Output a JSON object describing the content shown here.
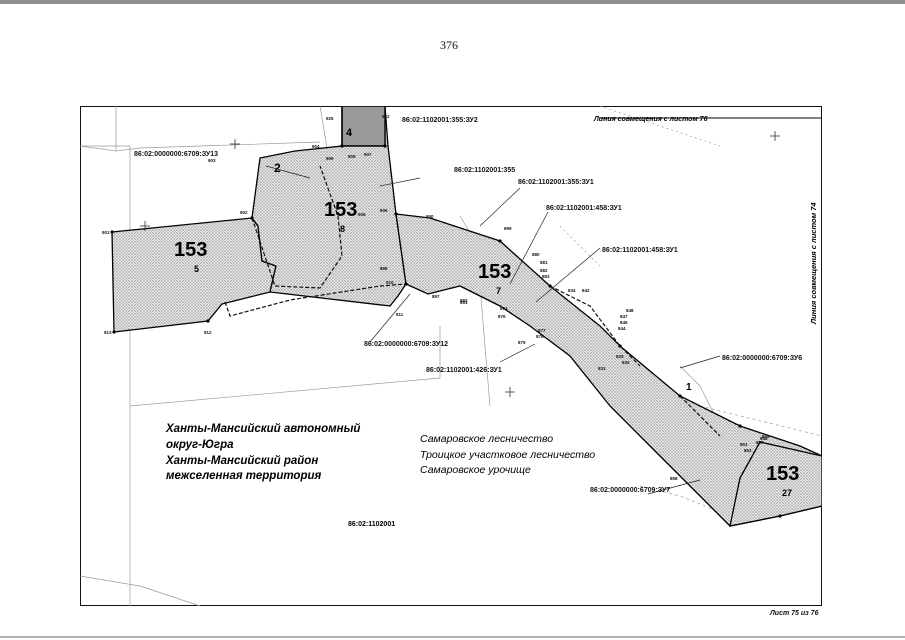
{
  "page_number": "376",
  "sheet_footer": "Лист 75 из 76",
  "match_line_top": "Линия совмещения с листом 76",
  "match_line_right": "Линия совмещения с листом 74",
  "region_text": [
    "Ханты-Мансийский автономный",
    "округ-Югра",
    "Ханты-Мансийский район",
    "межселенная территория"
  ],
  "forestry_text": [
    "Самаровское лесничество",
    "Троицкое участковое лесничество",
    "Самаровское урочище"
  ],
  "block_label": "86:02:1102001",
  "parcels": [
    {
      "code": "153",
      "sub": "5"
    },
    {
      "code": "153",
      "sub": "8"
    },
    {
      "code": "153",
      "sub": "7"
    },
    {
      "code": "153",
      "sub": "27"
    },
    {
      "code": "",
      "sub": "2"
    },
    {
      "code": "",
      "sub": "4"
    },
    {
      "code": "",
      "sub": "1"
    }
  ],
  "cadastral_labels": [
    "86:02:1102001:355:ЗУ2",
    "86:02:0000000:6709:ЗУ13",
    "86:02:1102001:355",
    "86:02:1102001:355:ЗУ1",
    "86:02:1102001:458:ЗУ1",
    "86:02:1102001:458:ЗУ1",
    "86:02:0000000:6709:ЗУ12",
    "86:02:1102001:426:ЗУ1",
    "86:02:0000000:6709:ЗУ6",
    "86:02:0000000:6709:ЗУ7"
  ],
  "point_numbers": [
    "922",
    "925",
    "904",
    "909",
    "908",
    "907",
    "902",
    "903",
    "901",
    "913",
    "912",
    "911",
    "910",
    "905",
    "906",
    "900",
    "899",
    "893",
    "892",
    "897",
    "898",
    "880",
    "881",
    "882",
    "883",
    "879",
    "878",
    "877",
    "876",
    "874",
    "848",
    "847",
    "845",
    "844",
    "842",
    "834",
    "833",
    "832",
    "831",
    "851",
    "852",
    "857",
    "856",
    "858",
    "859"
  ]
}
